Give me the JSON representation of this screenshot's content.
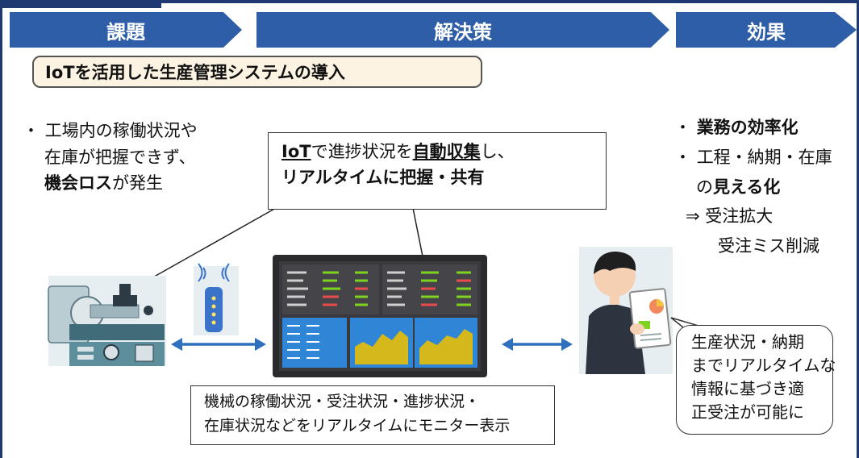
{
  "headers": {
    "problem": "課題",
    "solution": "解決策",
    "effect": "効果"
  },
  "title": "IoTを活用した生産管理システムの導入",
  "problem": {
    "line1": "・ 工場内の稼働状況や",
    "line2": "在庫が把握できず、",
    "line3_bold": "機会ロス",
    "line3_rest": "が発生"
  },
  "solution_callout": {
    "p1_bold": "IoT",
    "p2": "で進捗状況を",
    "p3_bold": "自動収集",
    "p4": "し、",
    "line2": "リアルタイムに把握・共有"
  },
  "monitor_caption": {
    "line1": "機械の稼働状況・受注状況・進捗状況・",
    "line2": "在庫状況などをリアルタイムにモニター表示"
  },
  "effects": {
    "item1": "業務の効率化",
    "item2_bullet": "・",
    "item2": "工程・納期・在庫",
    "item3_pre": "の",
    "item3_bold": "見える化",
    "arrow": "⇒",
    "item4": "受注拡大",
    "item5": "受注ミス削減"
  },
  "bubble": {
    "line1": "生産状況・納期",
    "line2": "までリアルタイムな",
    "line3": "情報に基づき適",
    "line4": "正受注が可能に"
  },
  "colors": {
    "header": "#2e5ea8",
    "frame": "#1f3a73",
    "title_bg": "#fdf3e3",
    "arrow": "#2e6fbe"
  },
  "icons": [
    "lathe-machine-icon",
    "wifi-router-icon",
    "monitor-dashboard-icon",
    "worker-with-tablet-icon"
  ]
}
